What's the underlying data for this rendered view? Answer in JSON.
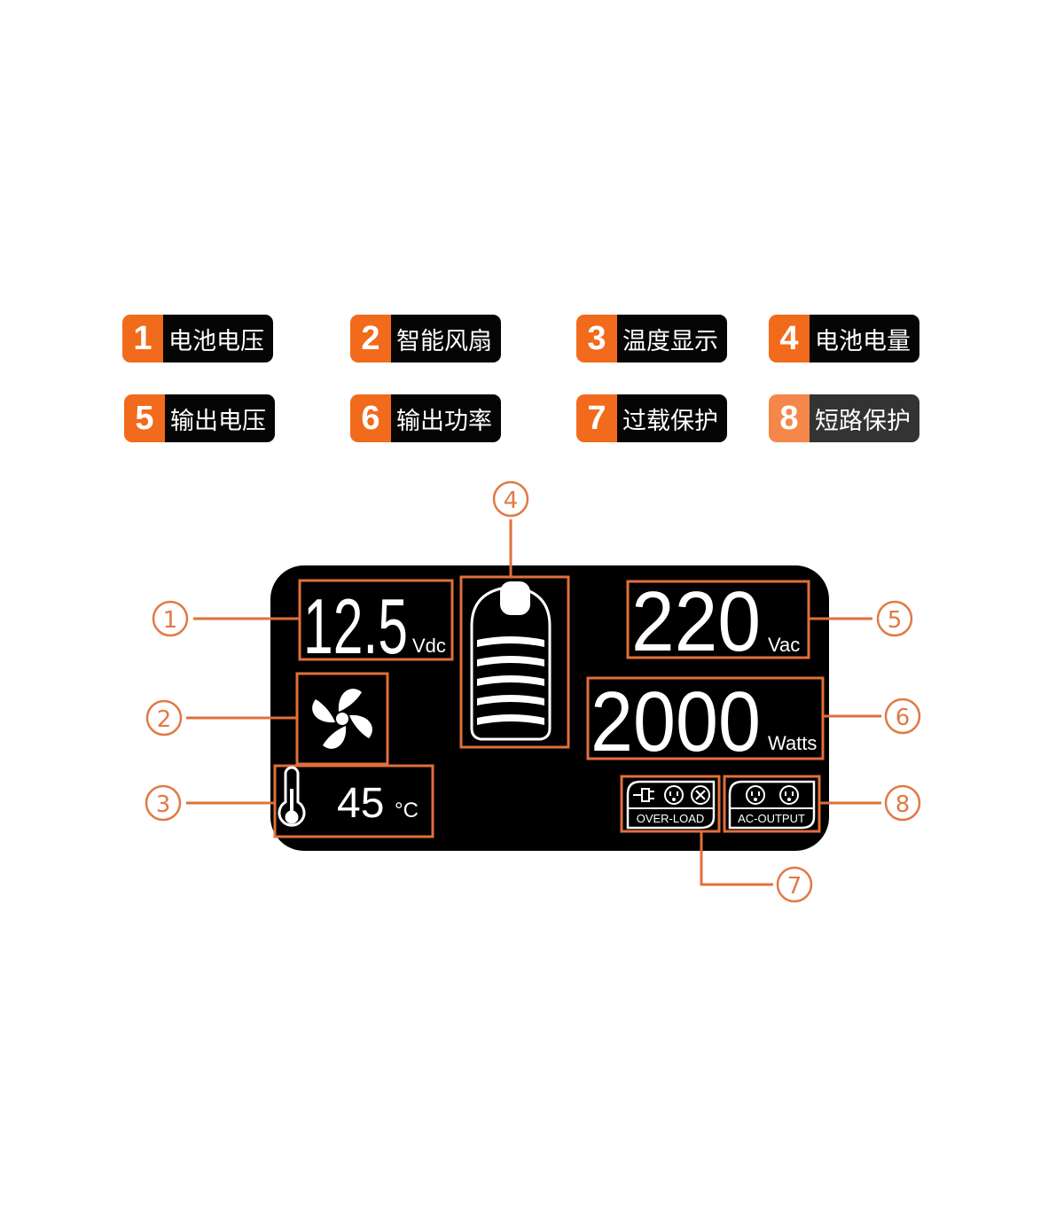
{
  "legend": [
    {
      "number": "1",
      "label": "电池电压"
    },
    {
      "number": "2",
      "label": "智能风扇"
    },
    {
      "number": "3",
      "label": "温度显示"
    },
    {
      "number": "4",
      "label": "电池电量"
    },
    {
      "number": "5",
      "label": "输出电压"
    },
    {
      "number": "6",
      "label": "输出功率"
    },
    {
      "number": "7",
      "label": "过载保护"
    },
    {
      "number": "8",
      "label": "短路保护"
    }
  ],
  "lcd": {
    "battery_voltage": {
      "value": "12.5",
      "unit": "Vdc"
    },
    "output_voltage": {
      "value": "220",
      "unit": "Vac"
    },
    "output_power": {
      "value": "2000",
      "unit": "Watts"
    },
    "temperature": {
      "value": "45",
      "unit": "°C"
    },
    "battery_level_bars": 5,
    "overload_label": "OVER-LOAD",
    "ac_output_label": "AC-OUTPUT"
  },
  "callouts": [
    "①",
    "②",
    "③",
    "④",
    "⑤",
    "⑥",
    "⑦",
    "⑧"
  ],
  "colors": {
    "accent": "#f26a1b",
    "lcd_bg": "#000000",
    "frame": "#e0703a"
  }
}
